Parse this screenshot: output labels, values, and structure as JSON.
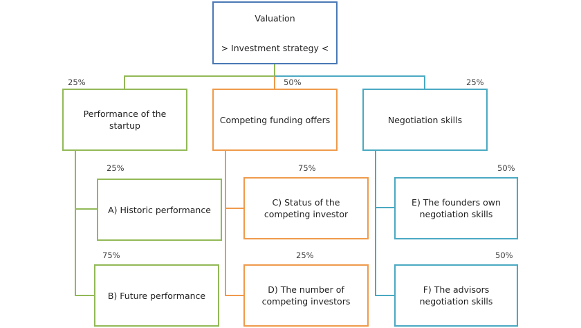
{
  "root": {
    "title": "Valuation",
    "subtitle": "> Investment strategy <"
  },
  "branches": [
    {
      "weight": "25%",
      "label_line1": "Performance of the",
      "label_line2": "startup",
      "color": "#92b957",
      "children": [
        {
          "weight": "25%",
          "label_line1": "A) Historic performance"
        },
        {
          "weight": "75%",
          "label_line1": "B) Future performance"
        }
      ]
    },
    {
      "weight": "50%",
      "label_line1": "Competing funding offers",
      "color": "#ef9a4b",
      "children": [
        {
          "weight": "75%",
          "label_line1": "C) Status of the",
          "label_line2": "competing investor"
        },
        {
          "weight": "25%",
          "label_line1": "D) The number of",
          "label_line2": "competing investors"
        }
      ]
    },
    {
      "weight": "25%",
      "label_line1": "Negotiation skills",
      "color": "#4aa9c2",
      "children": [
        {
          "weight": "50%",
          "label_line1": "E) The founders own",
          "label_line2": "negotiation skills"
        },
        {
          "weight": "50%",
          "label_line1": "F) The advisors",
          "label_line2": "negotiation skills"
        }
      ]
    }
  ],
  "colors": {
    "root_border": "#4a78b5",
    "green": "#92b957",
    "orange": "#ef9a4b",
    "teal": "#4aa9c2"
  }
}
